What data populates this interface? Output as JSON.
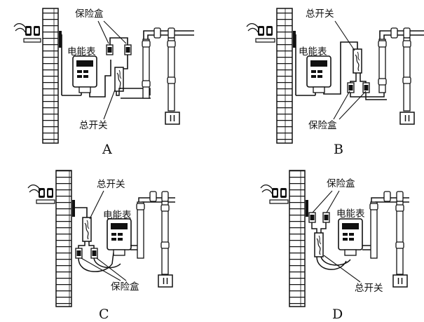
{
  "labels": {
    "fuse_box": "保险盒",
    "meter": "电能表",
    "main_switch": "总开关"
  },
  "panels": [
    {
      "letter": "A"
    },
    {
      "letter": "B"
    },
    {
      "letter": "C"
    },
    {
      "letter": "D"
    }
  ],
  "colors": {
    "ink": "#111111",
    "paper": "#ffffff"
  }
}
